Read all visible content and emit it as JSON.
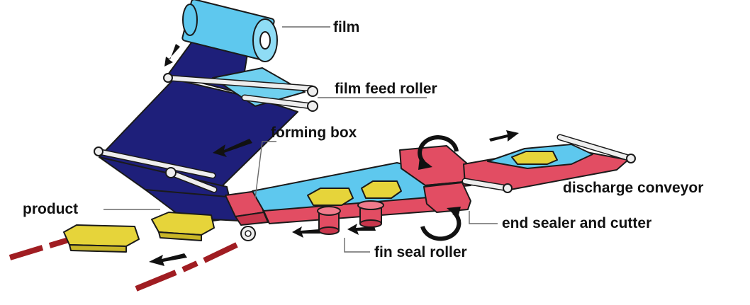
{
  "diagram": {
    "labels": {
      "film": "film",
      "film_feed_roller": "film feed roller",
      "forming_box": "forming box",
      "product": "product",
      "discharge_conveyor": "discharge conveyor",
      "end_sealer_and_cutter": "end sealer and cutter",
      "fin_seal_roller": "fin seal roller"
    },
    "colors": {
      "film_web": "#1e1f7a",
      "film_roll": "#5ec8ee",
      "film_highlight": "#8fdcf5",
      "product": "#e6d43a",
      "sealer": "#e24d63",
      "infeed_chain": "#a01d22",
      "roller": "#e9e9e9",
      "arrow": "#111111"
    }
  }
}
